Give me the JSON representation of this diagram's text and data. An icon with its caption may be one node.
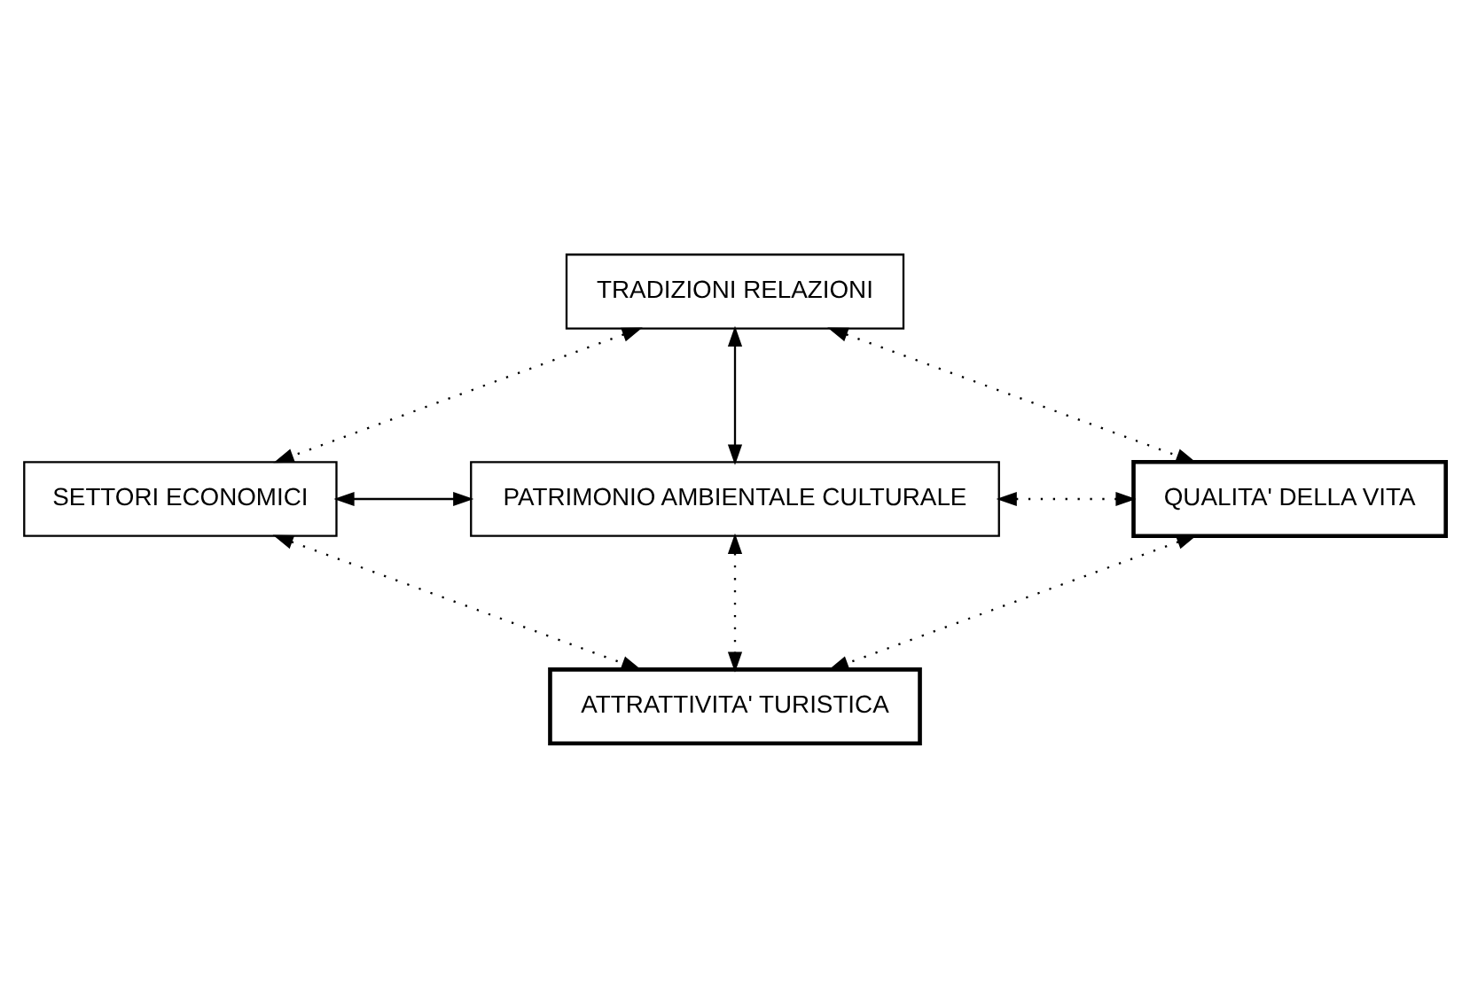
{
  "diagram": {
    "nodes": [
      {
        "text": [
          "TRADIZIONI RELAZIONI"
        ]
      },
      {
        "text": [
          "SETTORI ECONOMICI"
        ]
      },
      {
        "text": [
          "PATRIMONIO AMBIENTALE CULTURALE"
        ]
      },
      {
        "text": [
          "QUALITA' DELLA VITA"
        ]
      },
      {
        "text": [
          "ATTRATTIVITA' TURISTICA"
        ]
      }
    ],
    "edges": [
      {
        "from": 0,
        "to": 2,
        "arrow": "both"
      },
      {
        "from": 1,
        "to": 2,
        "arrow": "both"
      },
      {
        "from": 2,
        "to": 3,
        "arrow": "both",
        "style": "dashed"
      },
      {
        "from": 2,
        "to": 4,
        "arrow": "both",
        "style": "dashed"
      },
      {
        "from": 0,
        "to": 1,
        "arrow": "both",
        "style": "dashed"
      },
      {
        "from": 0,
        "to": 3,
        "arrow": "both",
        "style": "dashed"
      },
      {
        "from": 1,
        "to": 4,
        "arrow": "both",
        "style": "dashed"
      },
      {
        "from": 3,
        "to": 4,
        "arrow": "both",
        "style": "dashed"
      }
    ]
  }
}
